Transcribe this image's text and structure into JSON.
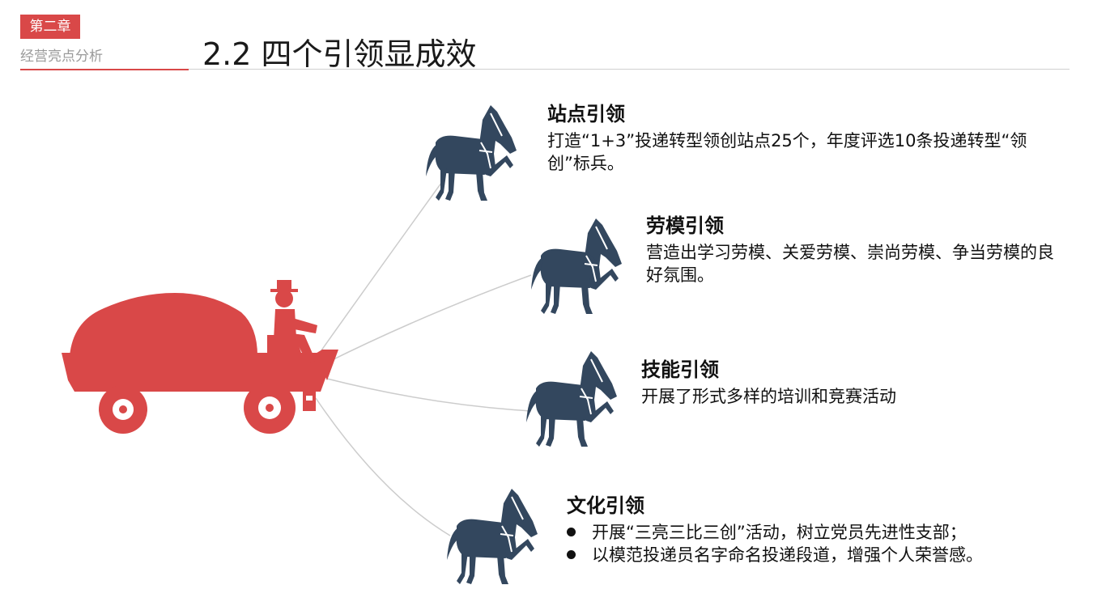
{
  "header": {
    "chapter": "第二章",
    "subtitle": "经营亮点分析",
    "title": "2.2 四个引领显成效"
  },
  "colors": {
    "accent": "#d94848",
    "horse": "#33475e",
    "line": "#cccccc"
  },
  "icons": {
    "cart": "farmer-cart-icon",
    "horse": "horse-icon",
    "bullet": "bullet-dot"
  },
  "sections": [
    {
      "title": "站点引领",
      "text": "打造“1+3”投递转型领创站点25个，年度评选10条投递转型“领创”标兵。"
    },
    {
      "title": "劳模引领",
      "text": "营造出学习劳模、关爱劳模、崇尚劳模、争当劳模的良好氛围。"
    },
    {
      "title": "技能引领",
      "text": "开展了形式多样的培训和竞赛活动"
    },
    {
      "title": "文化引领",
      "bullets": [
        "开展“三亮三比三创”活动，树立党员先进性支部；",
        "以模范投递员名字命名投递段道，增强个人荣誉感。"
      ]
    }
  ]
}
